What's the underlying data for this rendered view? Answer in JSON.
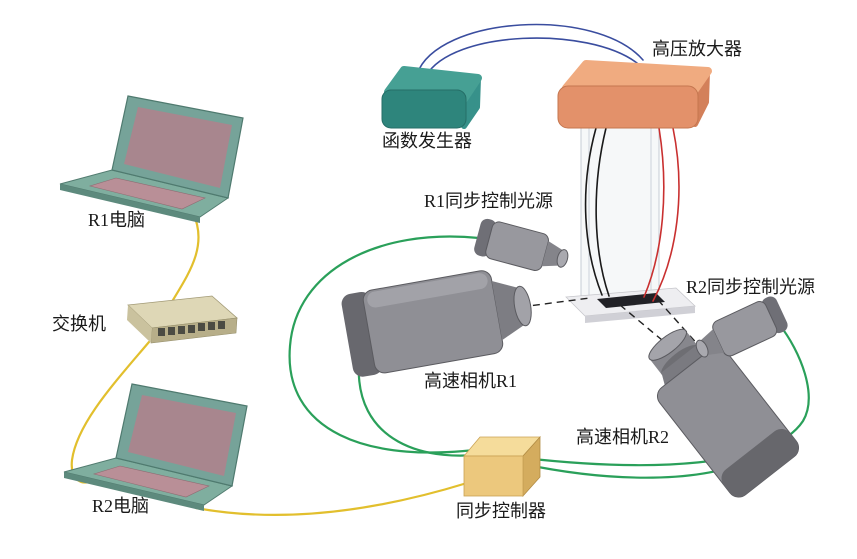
{
  "diagram": {
    "type": "experimental-setup-wiring-diagram",
    "nodes": {
      "r1_computer": {
        "label": "R1电脑"
      },
      "switch": {
        "label": "交换机"
      },
      "r2_computer": {
        "label": "R2电脑"
      },
      "function_generator": {
        "label": "函数发生器"
      },
      "hv_amplifier": {
        "label": "高压放大器"
      },
      "r1_light": {
        "label": "R1同步控制光源"
      },
      "r2_light": {
        "label": "R2同步控制光源"
      },
      "camera_r1": {
        "label": "高速相机R1"
      },
      "camera_r2": {
        "label": "高速相机R2"
      },
      "sync_controller": {
        "label": "同步控制器"
      }
    },
    "connections": [
      {
        "from": "function_generator",
        "to": "hv_amplifier",
        "wire": "blue",
        "count": 2
      },
      {
        "from": "hv_amplifier",
        "to": "specimen_electrode",
        "wire": "black",
        "count": 2
      },
      {
        "from": "hv_amplifier",
        "to": "specimen_electrode",
        "wire": "red",
        "count": 2
      },
      {
        "from": "r1_computer",
        "to": "switch",
        "wire": "yellow",
        "count": 1
      },
      {
        "from": "switch",
        "to": "r2_computer",
        "wire": "yellow",
        "count": 1
      },
      {
        "from": "r2_computer",
        "to": "sync_controller",
        "wire": "yellow",
        "count": 1
      },
      {
        "from": "sync_controller",
        "to": "r1_light",
        "wire": "green",
        "count": 1
      },
      {
        "from": "sync_controller",
        "to": "camera_r1",
        "wire": "green",
        "count": 1
      },
      {
        "from": "sync_controller",
        "to": "camera_r2",
        "wire": "green",
        "count": 1
      },
      {
        "from": "sync_controller",
        "to": "r2_light",
        "wire": "green",
        "count": 1
      },
      {
        "from": "camera_r1",
        "to": "specimen",
        "wire": "dashed",
        "count": 1
      },
      {
        "from": "camera_r2",
        "to": "specimen",
        "wire": "dashed",
        "count": 1
      },
      {
        "from": "r2_light",
        "to": "specimen",
        "wire": "dashed",
        "count": 1
      }
    ],
    "colors": {
      "background": "#ffffff",
      "label_color": "#1a1a1a",
      "wire_yellow": "#e2bf2d",
      "wire_green": "#2aa05a",
      "wire_blue": "#3a4d9f",
      "wire_red": "#c93030",
      "wire_black": "#1a1a1a",
      "wire_dashed": "#222222",
      "laptop_body": "#7fae9f",
      "laptop_screen": "#a8868e",
      "switch_body": "#ded7b6",
      "function_generator": "#2e857c",
      "amplifier": "#e3916a",
      "camera_body": "#8f8f95",
      "light_body": "#98989e",
      "sync_controller": "#ecc87d"
    }
  }
}
